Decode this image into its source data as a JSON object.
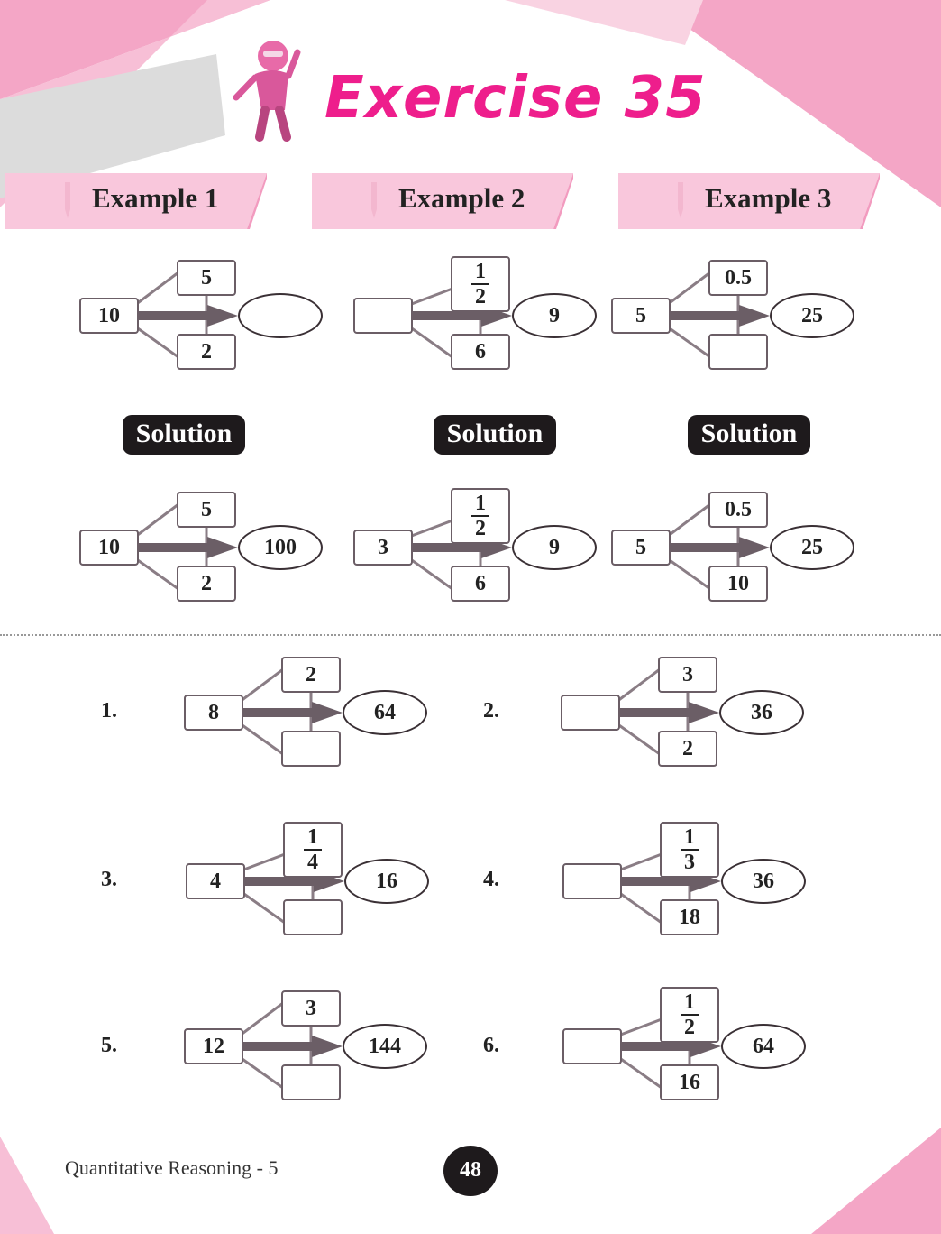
{
  "title": "Exercise 35",
  "examples": [
    {
      "label": "Example 1"
    },
    {
      "label": "Example 2"
    },
    {
      "label": "Example 3"
    }
  ],
  "solution_label": "Solution",
  "example_puzzles": [
    {
      "left": "10",
      "top": "5",
      "bottom": "2",
      "result": ""
    },
    {
      "left": "",
      "top": {
        "num": "1",
        "den": "2"
      },
      "bottom": "6",
      "result": "9"
    },
    {
      "left": "5",
      "top": "0.5",
      "bottom": "",
      "result": "25"
    }
  ],
  "solution_puzzles": [
    {
      "left": "10",
      "top": "5",
      "bottom": "2",
      "result": "100"
    },
    {
      "left": "3",
      "top": {
        "num": "1",
        "den": "2"
      },
      "bottom": "6",
      "result": "9"
    },
    {
      "left": "5",
      "top": "0.5",
      "bottom": "10",
      "result": "25"
    }
  ],
  "questions": [
    {
      "number": "1.",
      "left": "8",
      "top": "2",
      "bottom": "",
      "result": "64"
    },
    {
      "number": "2.",
      "left": "",
      "top": "3",
      "bottom": "2",
      "result": "36"
    },
    {
      "number": "3.",
      "left": "4",
      "top": {
        "num": "1",
        "den": "4"
      },
      "bottom": "",
      "result": "16"
    },
    {
      "number": "4.",
      "left": "",
      "top": {
        "num": "1",
        "den": "3"
      },
      "bottom": "18",
      "result": "36"
    },
    {
      "number": "5.",
      "left": "12",
      "top": "3",
      "bottom": "",
      "result": "144"
    },
    {
      "number": "6.",
      "left": "",
      "top": {
        "num": "1",
        "den": "2"
      },
      "bottom": "16",
      "result": "64"
    }
  ],
  "footer": {
    "book": "Quantitative Reasoning - 5",
    "page": "48"
  },
  "colors": {
    "pink": "#ee1e8c",
    "banner": "#f9c7dc",
    "arrow": "#6b5e66",
    "dark": "#1e1a1c"
  }
}
